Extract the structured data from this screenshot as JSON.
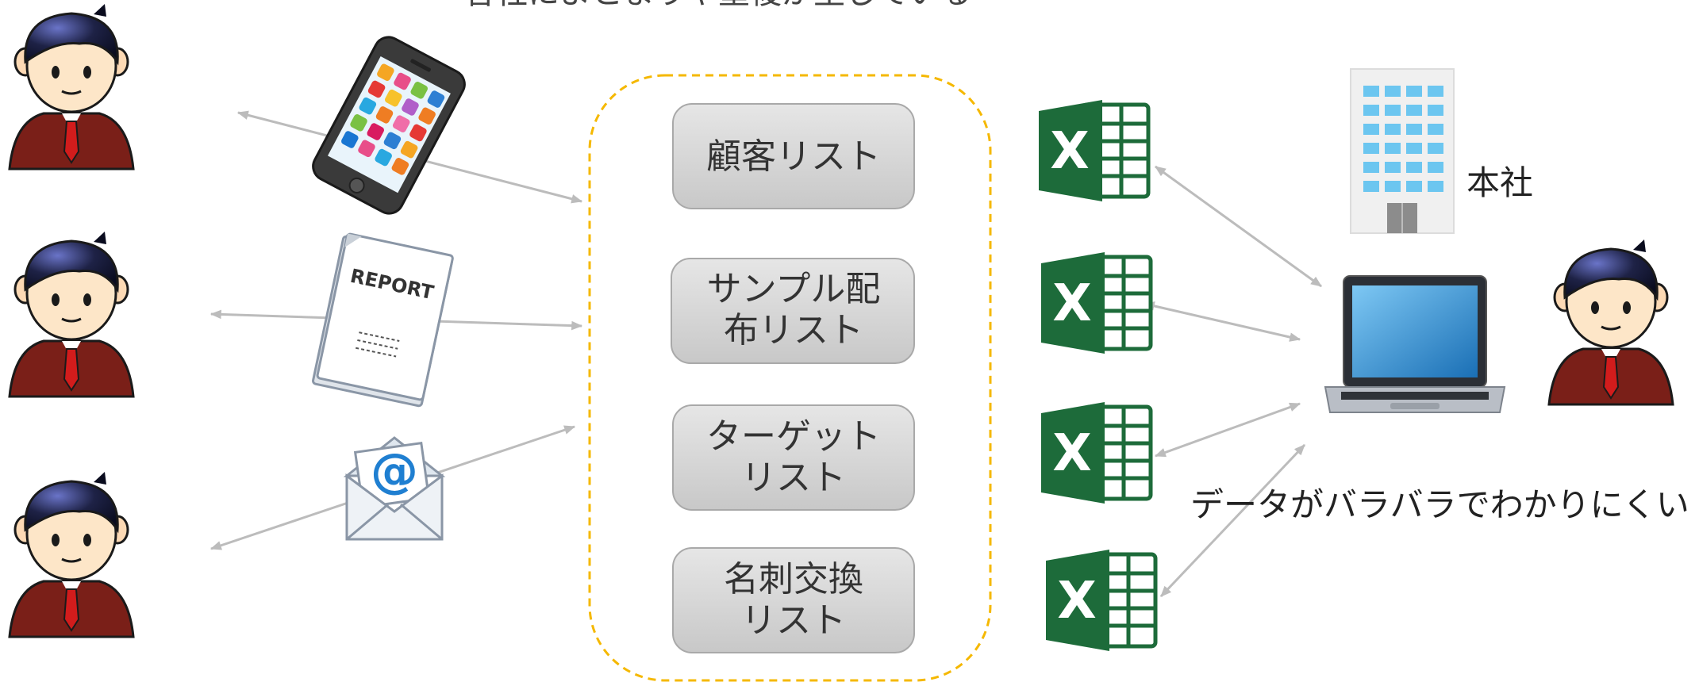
{
  "top_caption": "各社によとまりや重複が生じている",
  "lists": [
    {
      "lines": [
        "顧客リスト"
      ]
    },
    {
      "lines": [
        "サンプル配",
        "布リスト"
      ]
    },
    {
      "lines": [
        "ターゲット",
        "リスト"
      ]
    },
    {
      "lines": [
        "名刺交換",
        "リスト"
      ]
    }
  ],
  "hq_label": "本社",
  "note": "データがバラバラでわかりにくい",
  "report_text": "REPORT",
  "email_symbol": "@",
  "excel_letter": "X",
  "colors": {
    "dashed_border": "#f5b800",
    "list_fill": "#d4d4d4",
    "arrow": "#bcbcbc",
    "excel_green": "#1d6b3a",
    "suit": "#7a1f18",
    "tie": "#d21c1c"
  },
  "icons": {
    "people": [
      "person-icon",
      "person-icon",
      "person-icon",
      "person-icon"
    ],
    "channels": [
      "smartphone-icon",
      "report-document-icon",
      "email-envelope-icon"
    ],
    "spreadsheets": [
      "excel-icon",
      "excel-icon",
      "excel-icon",
      "excel-icon"
    ],
    "building": "office-building-icon",
    "computer": "laptop-icon"
  }
}
